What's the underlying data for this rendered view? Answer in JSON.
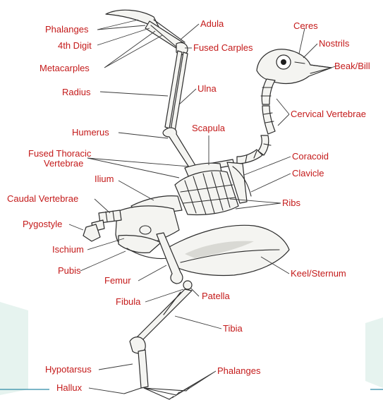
{
  "labels": {
    "phalanges_wing": "Phalanges",
    "adula": "Adula",
    "digit4": "4th Digit",
    "fused_carples": "Fused  Carples",
    "metacarples": "Metacarples",
    "radius": "Radius",
    "ulna": "Ulna",
    "ceres": "Ceres",
    "nostrils": "Nostrils",
    "beak": "Beak/Bill",
    "cervical": "Cervical Vertebrae",
    "humerus": "Humerus",
    "scapula": "Scapula",
    "fused_thoracic_1": "Fused Thoracic",
    "fused_thoracic_2": "Vertebrae",
    "coracoid": "Coracoid",
    "clavicle": "Clavicle",
    "ilium": "Ilium",
    "caudal": "Caudal Vertebrae",
    "ribs": "Ribs",
    "pygostyle": "Pygostyle",
    "ischium": "Ischium",
    "pubis": "Pubis",
    "keel": "Keel/Sternum",
    "femur": "Femur",
    "patella": "Patella",
    "fibula": "Fibula",
    "tibia": "Tibia",
    "hypotarsus": "Hypotarsus",
    "phalanges_foot": "Phalanges",
    "hallux": "Hallux"
  },
  "colors": {
    "label_red": "#c41a1a",
    "corner_teal": "#e6f3ef",
    "corner_line": "#2f8aa8"
  }
}
